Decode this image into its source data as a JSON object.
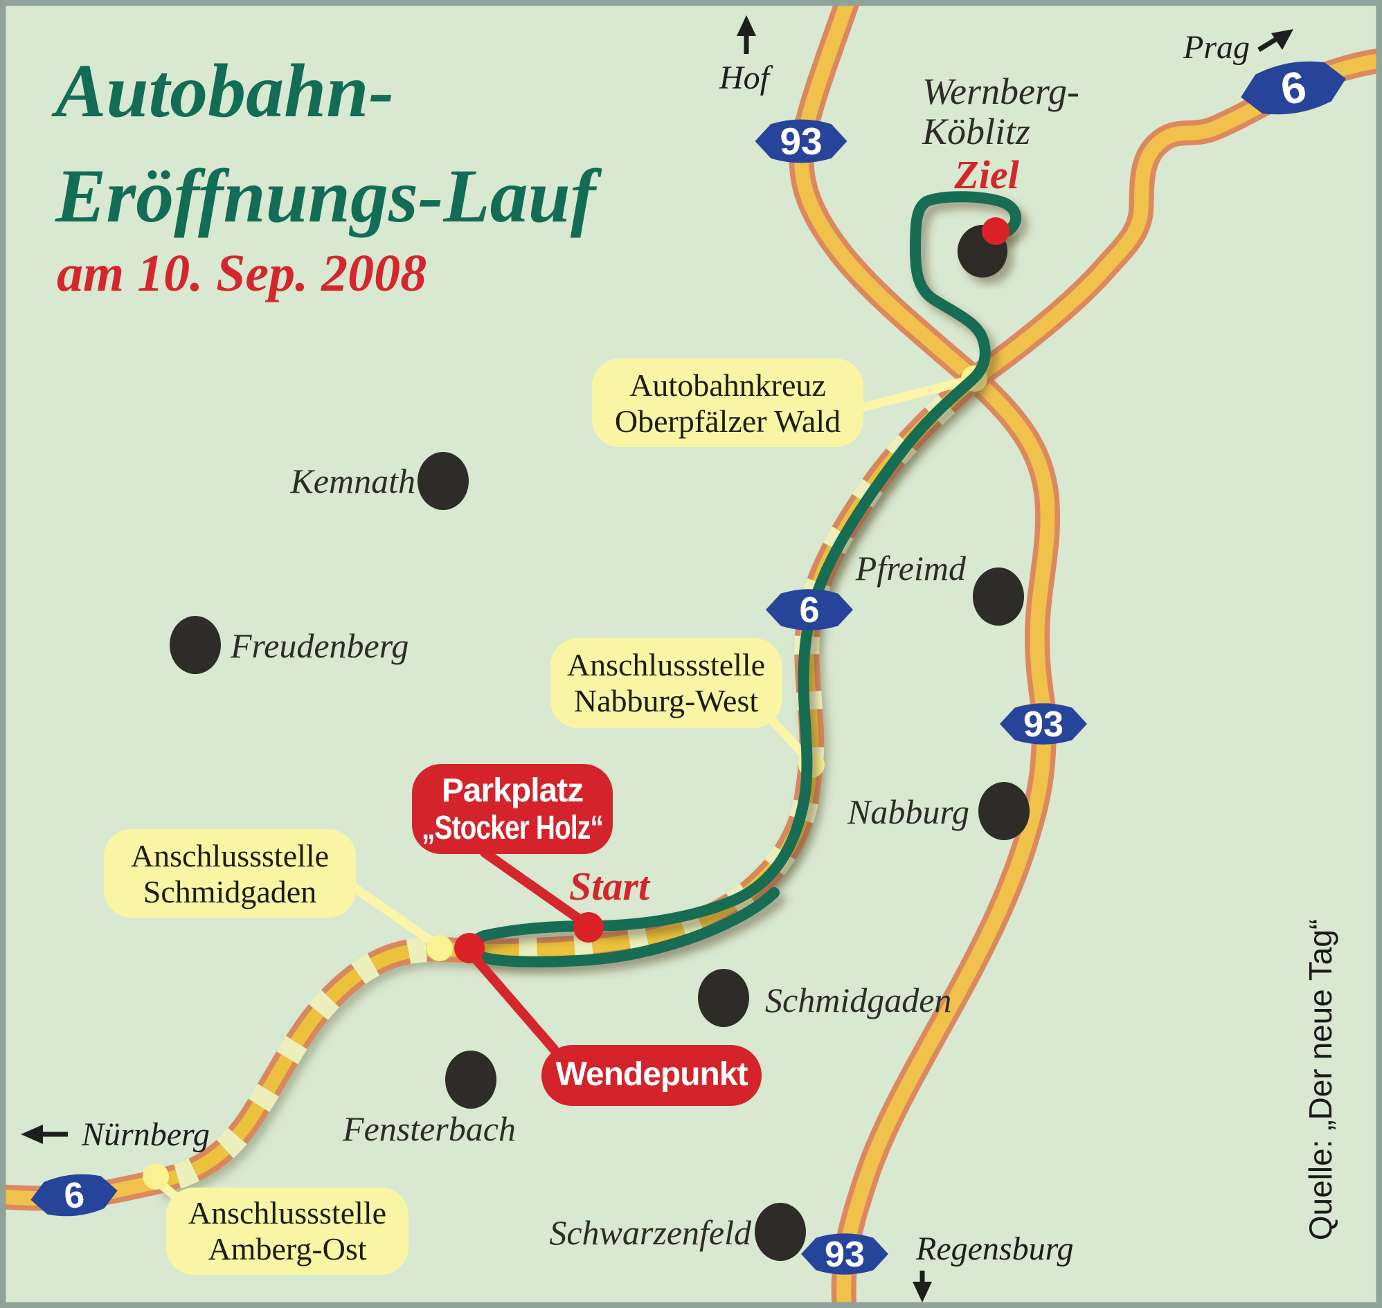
{
  "title": {
    "line1": "Autobahn-",
    "line2": "Eröffnungs-Lauf",
    "date": "am 10. Sep. 2008"
  },
  "source": "Quelle: „Der neue Tag“",
  "route": {
    "start_label": "Start",
    "finish_label": "Ziel"
  },
  "cities": [
    {
      "name": "Wernberg-Köblitz",
      "line1": "Wernberg-",
      "line2": "Köblitz"
    },
    {
      "name": "Kemnath"
    },
    {
      "name": "Freudenberg"
    },
    {
      "name": "Pfreimd"
    },
    {
      "name": "Nabburg"
    },
    {
      "name": "Schmidgaden"
    },
    {
      "name": "Fensterbach"
    },
    {
      "name": "Schwarzenfeld"
    }
  ],
  "directions": [
    {
      "label": "Hof"
    },
    {
      "label": "Prag"
    },
    {
      "label": "Nürnberg"
    },
    {
      "label": "Regensburg"
    }
  ],
  "badges": [
    {
      "number": "93"
    },
    {
      "number": "6"
    },
    {
      "number": "6"
    },
    {
      "number": "93"
    },
    {
      "number": "6"
    },
    {
      "number": "93"
    }
  ],
  "callouts": {
    "kreuz": {
      "line1": "Autobahnkreuz",
      "line2": "Oberpfälzer Wald"
    },
    "nabburg_west": {
      "line1": "Anschlussstelle",
      "line2": "Nabburg-West"
    },
    "schmidgaden": {
      "line1": "Anschlussstelle",
      "line2": "Schmidgaden"
    },
    "amberg_ost": {
      "line1": "Anschlussstelle",
      "line2": "Amberg-Ost"
    },
    "parkplatz": {
      "line1": "Parkplatz",
      "line2": "„Stocker Holz“"
    },
    "wendepunkt": {
      "label": "Wendepunkt"
    }
  },
  "colors": {
    "background": "#d9e8d0",
    "border": "#8fa39b",
    "title_green": "#136c55",
    "accent_red": "#d4262c",
    "road_casing": "#dd8960",
    "road_fill": "#f0c14b",
    "construction_fill": "#ecc23c",
    "construction_base": "#ecefbc",
    "route_green": "#156d53",
    "badge_blue": "#27449b",
    "callout_yellow": "#f9f5a4",
    "city_black": "#2d2c28"
  }
}
